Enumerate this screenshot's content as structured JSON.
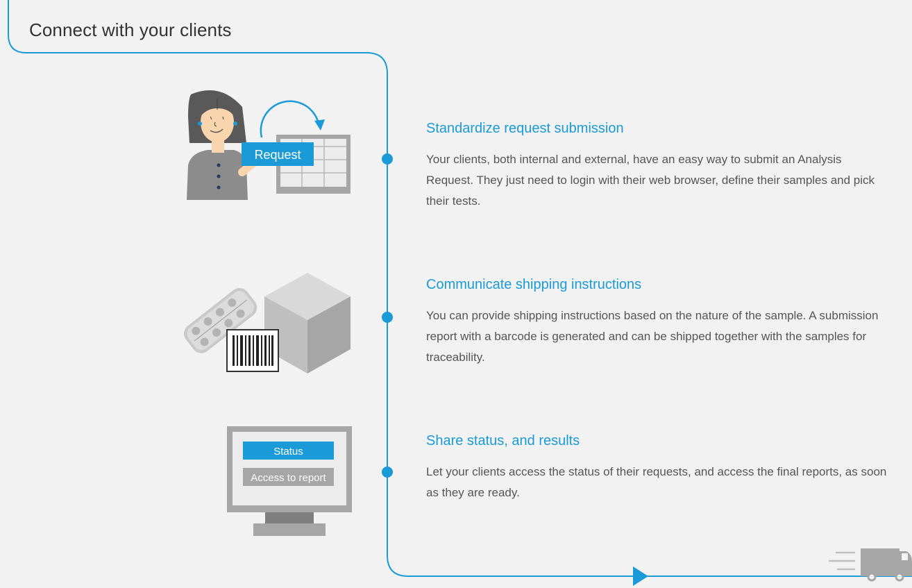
{
  "header": {
    "title": "Connect with your clients"
  },
  "steps": [
    {
      "title": "Standardize request submission",
      "description": "Your clients, both internal and external, have an easy way to submit an Analysis Request. They just need to login with their web browser, define their samples and pick their tests."
    },
    {
      "title": "Communicate shipping instructions",
      "description": "You can provide shipping instructions based on the nature of the sample. A submission report with a barcode is generated and can be shipped together with the samples for traceability."
    },
    {
      "title": "Share status, and results",
      "description": "Let your clients access the status of their requests, and access the final reports, as soon as they are ready."
    }
  ],
  "illustrations": {
    "request_label": "Request",
    "status_label": "Status",
    "report_label": "Access to report"
  },
  "icons": [
    "person-icon",
    "monitor-icon",
    "refresh-arrow-icon",
    "pill-blister-icon",
    "package-box-icon",
    "barcode-icon",
    "truck-icon"
  ],
  "colors": {
    "accent": "#1a9ad6",
    "panel_bg": "#f2f2f2",
    "gray": "#a6a6a6",
    "text": "#555555",
    "heading": "#333333"
  }
}
